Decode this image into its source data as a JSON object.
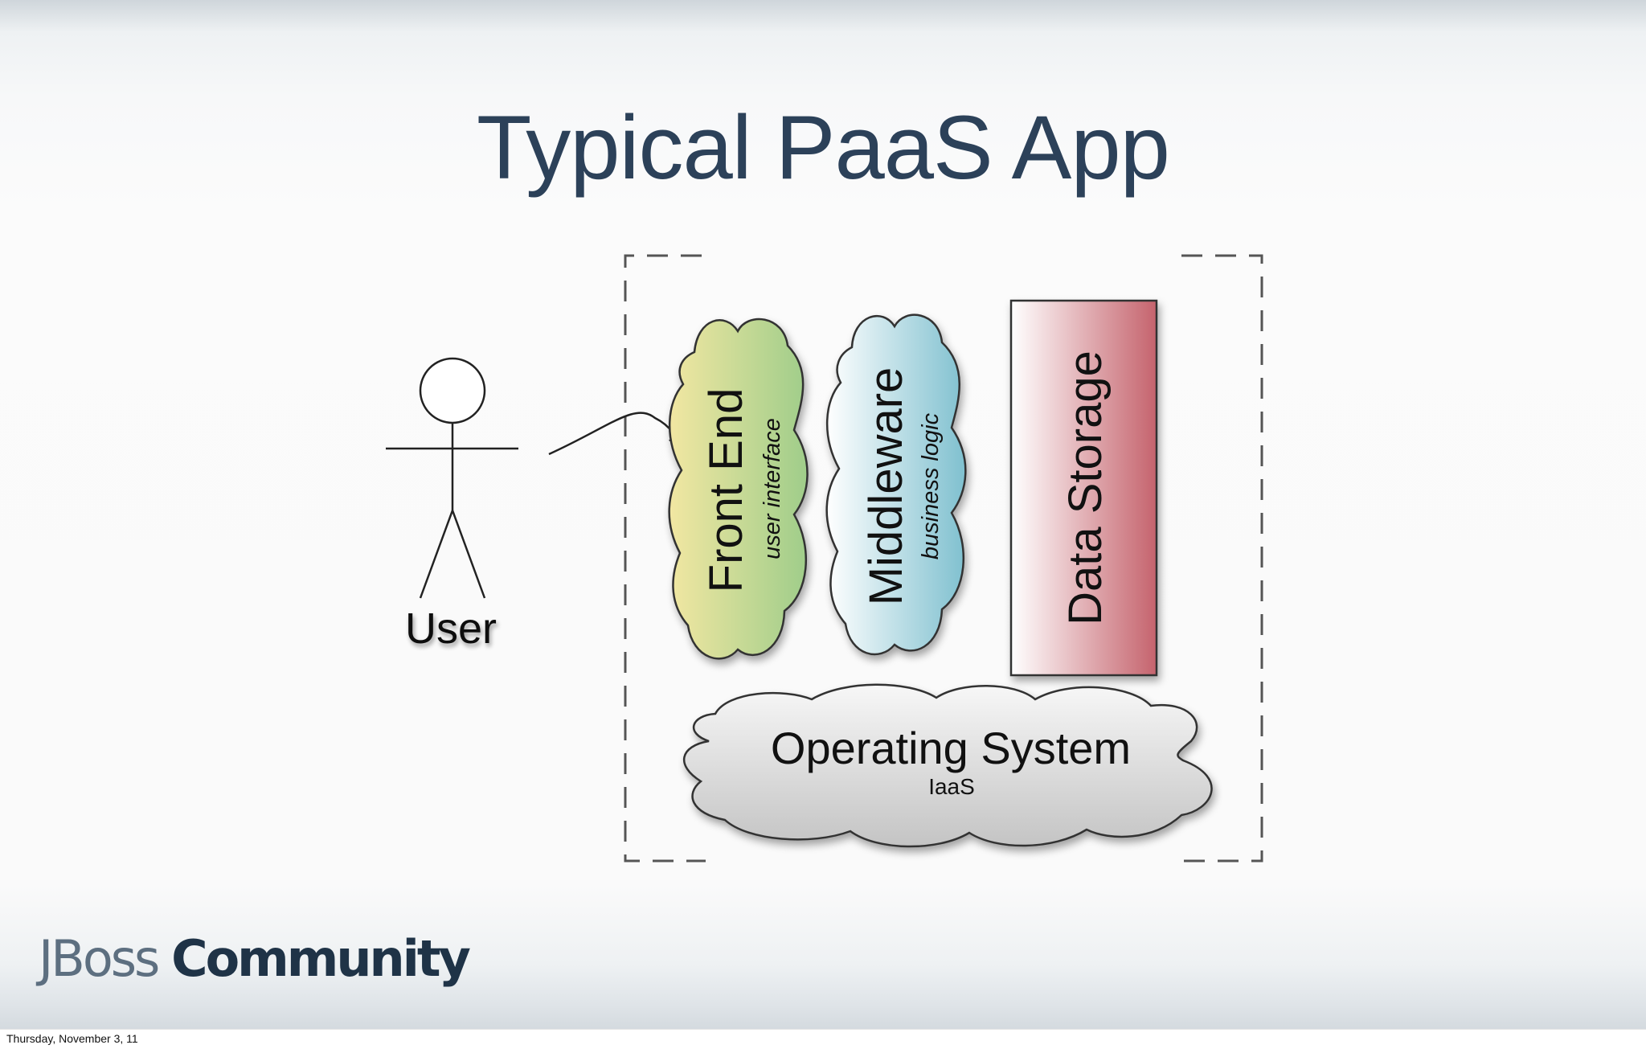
{
  "slide": {
    "title": "Typical PaaS App"
  },
  "diagram": {
    "actor": {
      "label": "User"
    },
    "components": [
      {
        "title": "Front End",
        "subtitle": "user interface",
        "shape": "cloud",
        "gradient": [
          "#f2e7a2",
          "#9fcd8a"
        ]
      },
      {
        "title": "Middleware",
        "subtitle": "business logic",
        "shape": "cloud",
        "gradient": [
          "#ffffff",
          "#7fc0cf"
        ]
      },
      {
        "title": "Data Storage",
        "subtitle": "",
        "shape": "rectangle",
        "gradient": [
          "#ffffff",
          "#c5636d"
        ]
      }
    ],
    "platform": {
      "title": "Operating System",
      "subtitle": "IaaS",
      "shape": "cloud",
      "color": "#cfcfcf"
    },
    "boundary": {
      "style": "dashed"
    }
  },
  "branding": {
    "logo_light": "JBoss",
    "logo_bold": "Community"
  },
  "footer": {
    "date": "Thursday, November 3, 11"
  },
  "colors": {
    "title": "#2c4159",
    "ink": "#222222",
    "dashed_boundary": "#555555"
  }
}
